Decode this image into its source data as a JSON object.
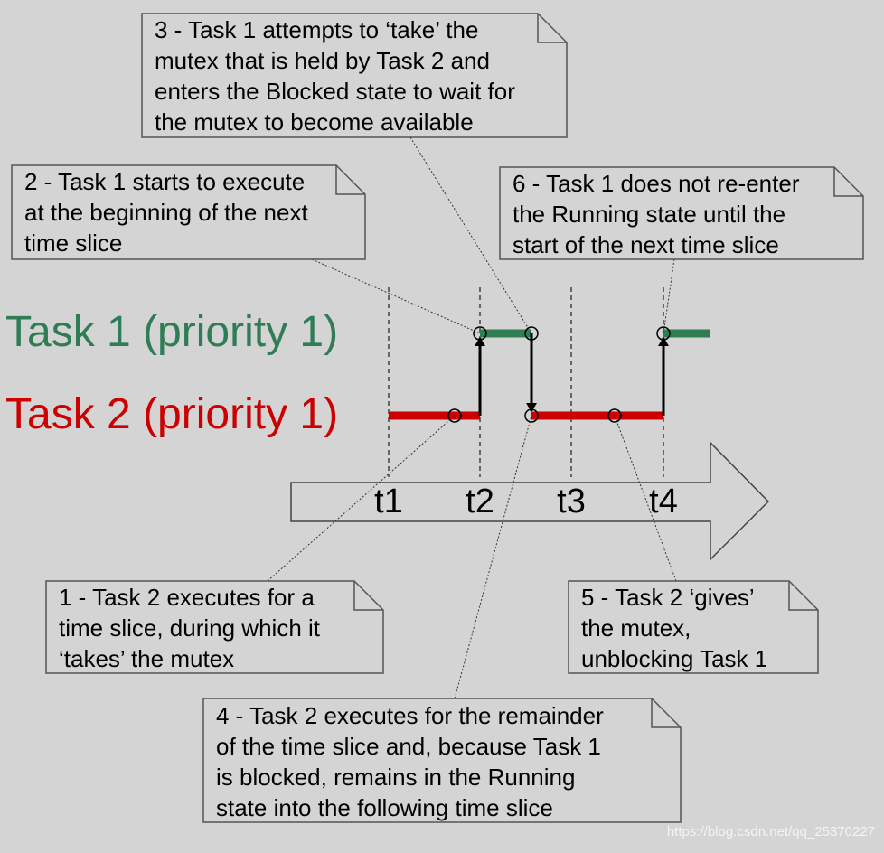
{
  "colors": {
    "background": "#d4d4d4",
    "task1": "#2e7d55",
    "task2": "#cc0000",
    "note_fill": "#d4d4d4",
    "note_border": "#555555"
  },
  "tasks": {
    "task1_label": "Task 1 (priority 1)",
    "task2_label": "Task 2 (priority 1)"
  },
  "timeline": {
    "ticks": [
      "t1",
      "t2",
      "t3",
      "t4"
    ]
  },
  "notes": {
    "n1": [
      "1 - Task 2 executes for a",
      "time slice, during which it",
      "‘takes’ the mutex"
    ],
    "n2": [
      "2 - Task 1 starts to execute",
      "at the beginning of the next",
      "time slice"
    ],
    "n3": [
      "3 - Task 1 attempts to ‘take’ the",
      "mutex that is held by Task 2 and",
      "enters the Blocked state to wait for",
      "the mutex to become available"
    ],
    "n4": [
      "4 - Task 2 executes for the remainder",
      "of the time slice and, because Task 1",
      "is blocked, remains in the Running",
      "state into the following time slice"
    ],
    "n5": [
      "5 - Task 2 ‘gives’",
      "the mutex,",
      "unblocking Task 1"
    ],
    "n6": [
      "6 - Task 1 does not re-enter",
      "the Running state until the",
      "start of the next time slice"
    ]
  },
  "watermark": "https://blog.csdn.net/qq_25370227"
}
